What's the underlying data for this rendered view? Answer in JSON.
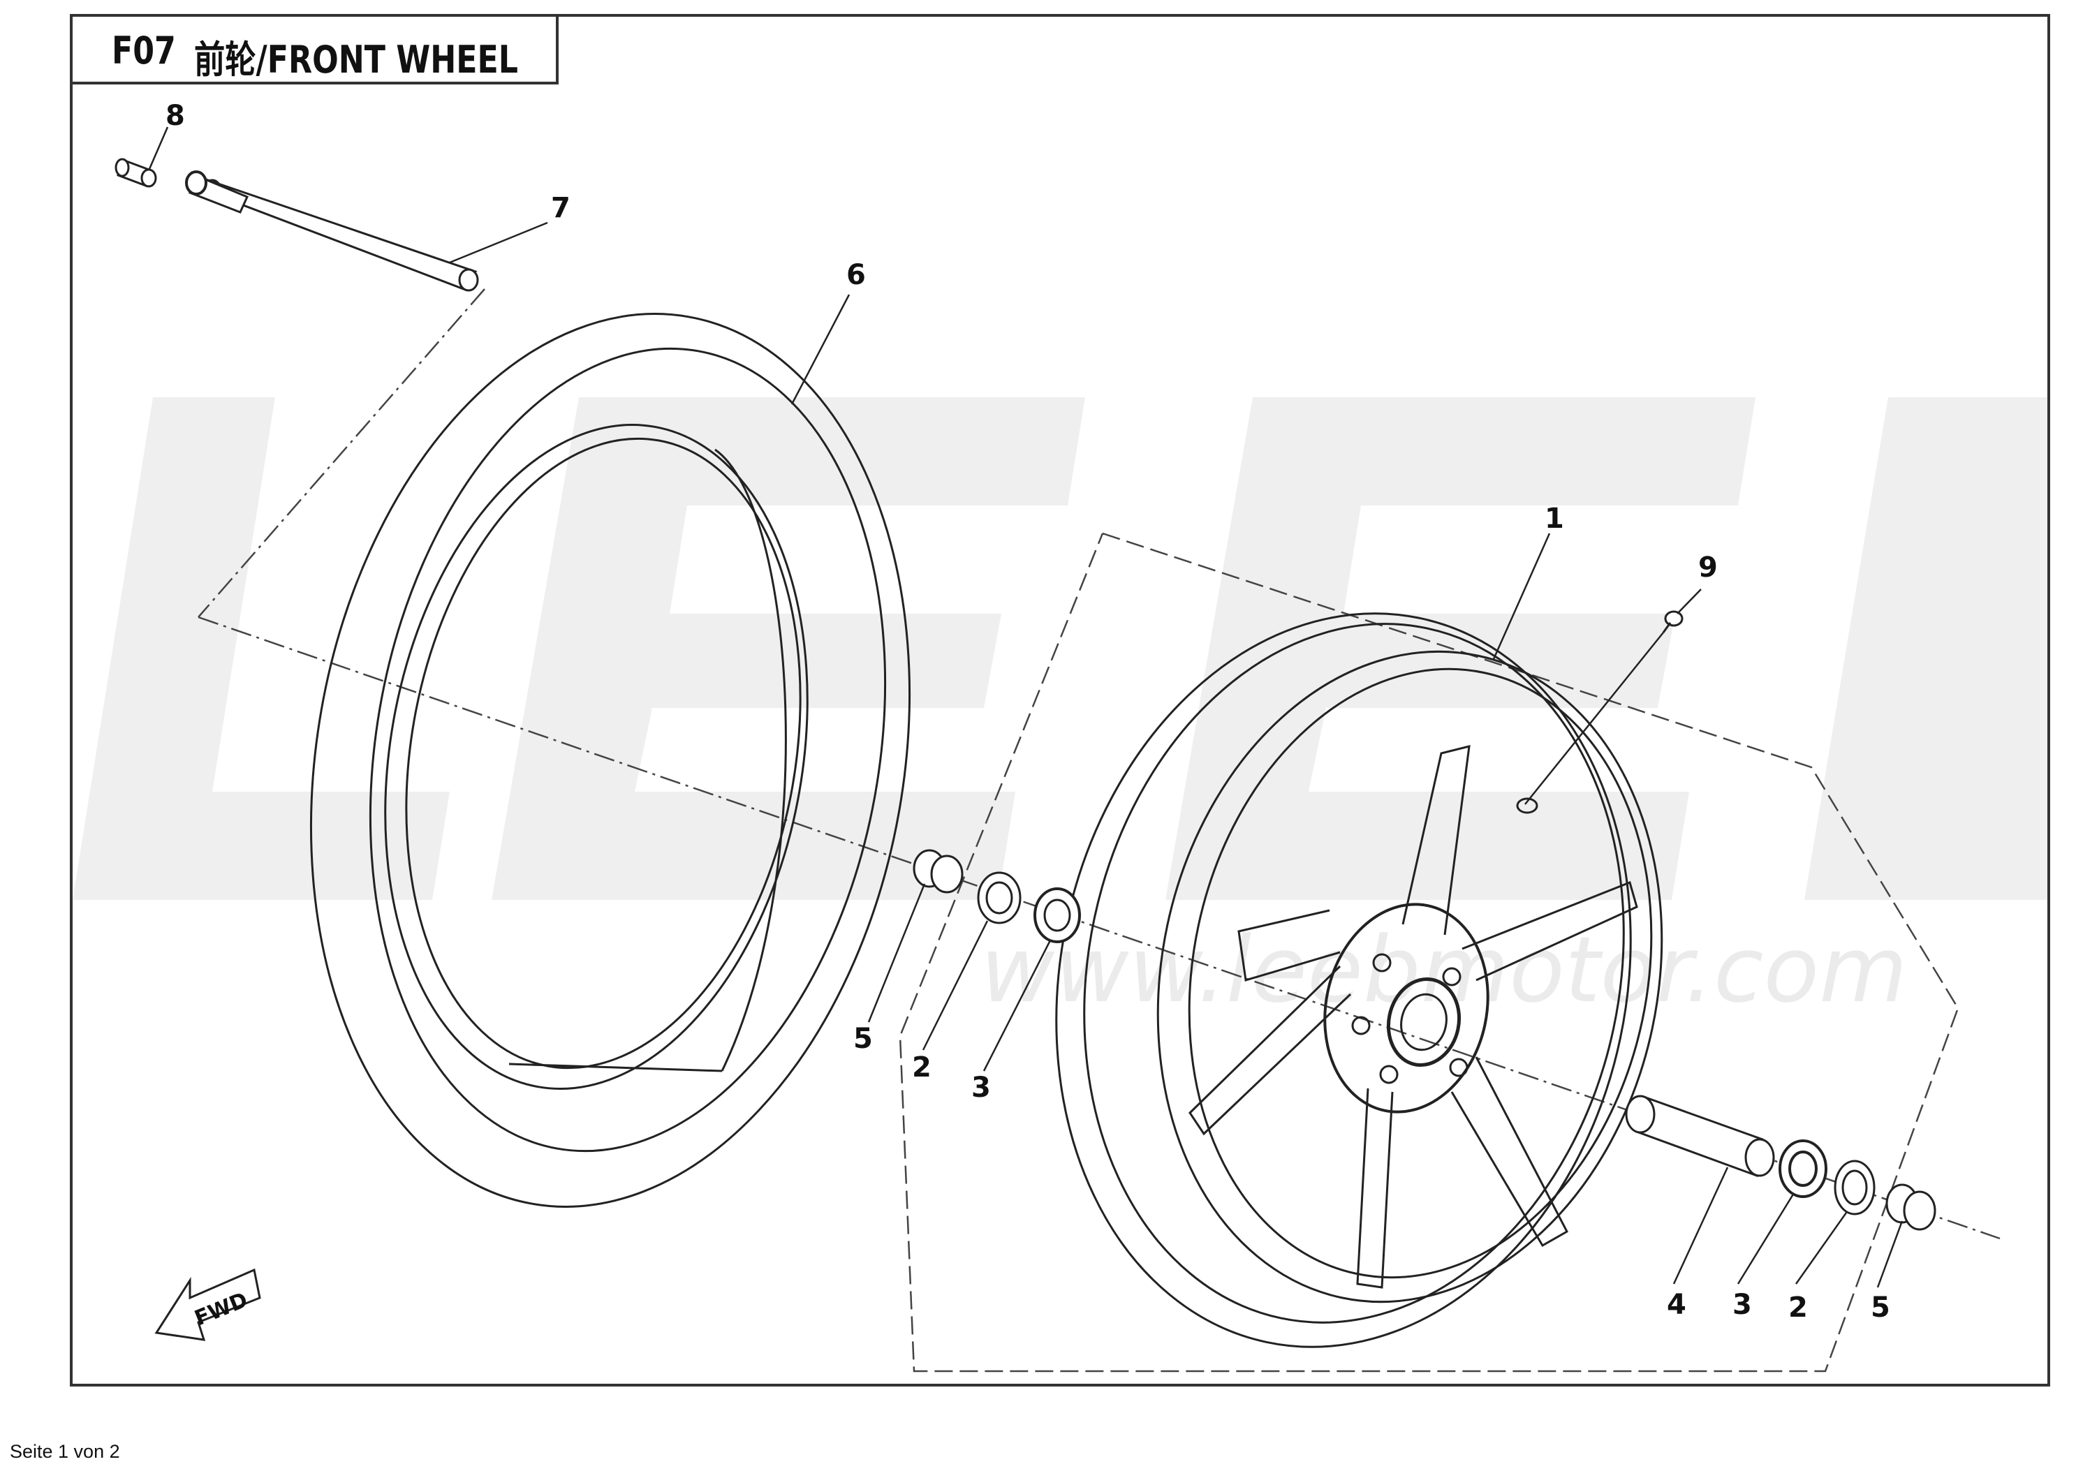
{
  "title": {
    "code": "F07",
    "text": "前轮/FRONT WHEEL"
  },
  "watermark": {
    "url": "www.leebmotor.com",
    "logo_letters": "LEEB"
  },
  "direction_marker": "FWD",
  "callouts": [
    {
      "id": "c8",
      "label": "8"
    },
    {
      "id": "c7",
      "label": "7"
    },
    {
      "id": "c6",
      "label": "6"
    },
    {
      "id": "c1",
      "label": "1"
    },
    {
      "id": "c9",
      "label": "9"
    },
    {
      "id": "c5a",
      "label": "5"
    },
    {
      "id": "c2a",
      "label": "2"
    },
    {
      "id": "c3a",
      "label": "3"
    },
    {
      "id": "c4",
      "label": "4"
    },
    {
      "id": "c3b",
      "label": "3"
    },
    {
      "id": "c2b",
      "label": "2"
    },
    {
      "id": "c5b",
      "label": "5"
    }
  ],
  "footer": {
    "page": "Seite 1 von 2"
  }
}
